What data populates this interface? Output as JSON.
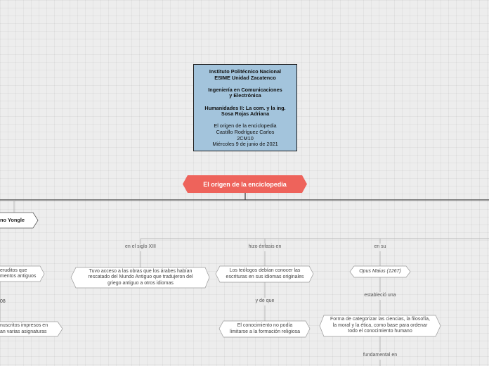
{
  "info_box": {
    "line1": "Instituto Politécnico Nacional",
    "line2": "ESIME Unidad Zacatenco",
    "line3": "Ingeniería en Comunicaciones",
    "line4": "y Electrónica",
    "line5": "Humanidades II: La com. y la ing.",
    "line6": "Sosa Rojas Adriana",
    "line7": "El origen de la enciclopedia",
    "line8": "Castillo Rodríguez Carlos",
    "line9": "2CM10",
    "line10": "Miércoles 9 de junio de 2021"
  },
  "central_topic": "El origen de la enciclopedia",
  "left_branch": {
    "node": "no Yongle",
    "child1": [
      "eruditos que",
      "mentos antiguos"
    ],
    "fragment": "08",
    "child2": [
      "nuscritos impresos en",
      "an varias asignaturas"
    ]
  },
  "branch_siglo": {
    "label": "en el siglo XIII",
    "node": [
      "Tuvo acceso a las obras que los árabes habían",
      "rescatado del Mundo Antiguo que tradujeron del",
      "griego antiguo a otros idiomas"
    ]
  },
  "branch_enfasis": {
    "label": "hizo énfasis en",
    "node1": [
      "Los teólogos debían conocer las",
      "escrituras en sus idiomas originales"
    ],
    "connector": "y de que",
    "node2": [
      "El conocimiento no podía",
      "limitarse a la formación religiosa"
    ]
  },
  "branch_su": {
    "label": "en su",
    "node1": "Opus Maius (1267)",
    "connector1": "estableció una",
    "node2": [
      "Forma de categorizar las ciencias, la filosofía,",
      "la moral y la ética, como base para ordenar",
      "todo el conocimiento humano"
    ],
    "connector2": "fundamental en"
  },
  "colors": {
    "central": "#ee635b",
    "info_box": "#a3c4dc",
    "background": "#ededed"
  }
}
